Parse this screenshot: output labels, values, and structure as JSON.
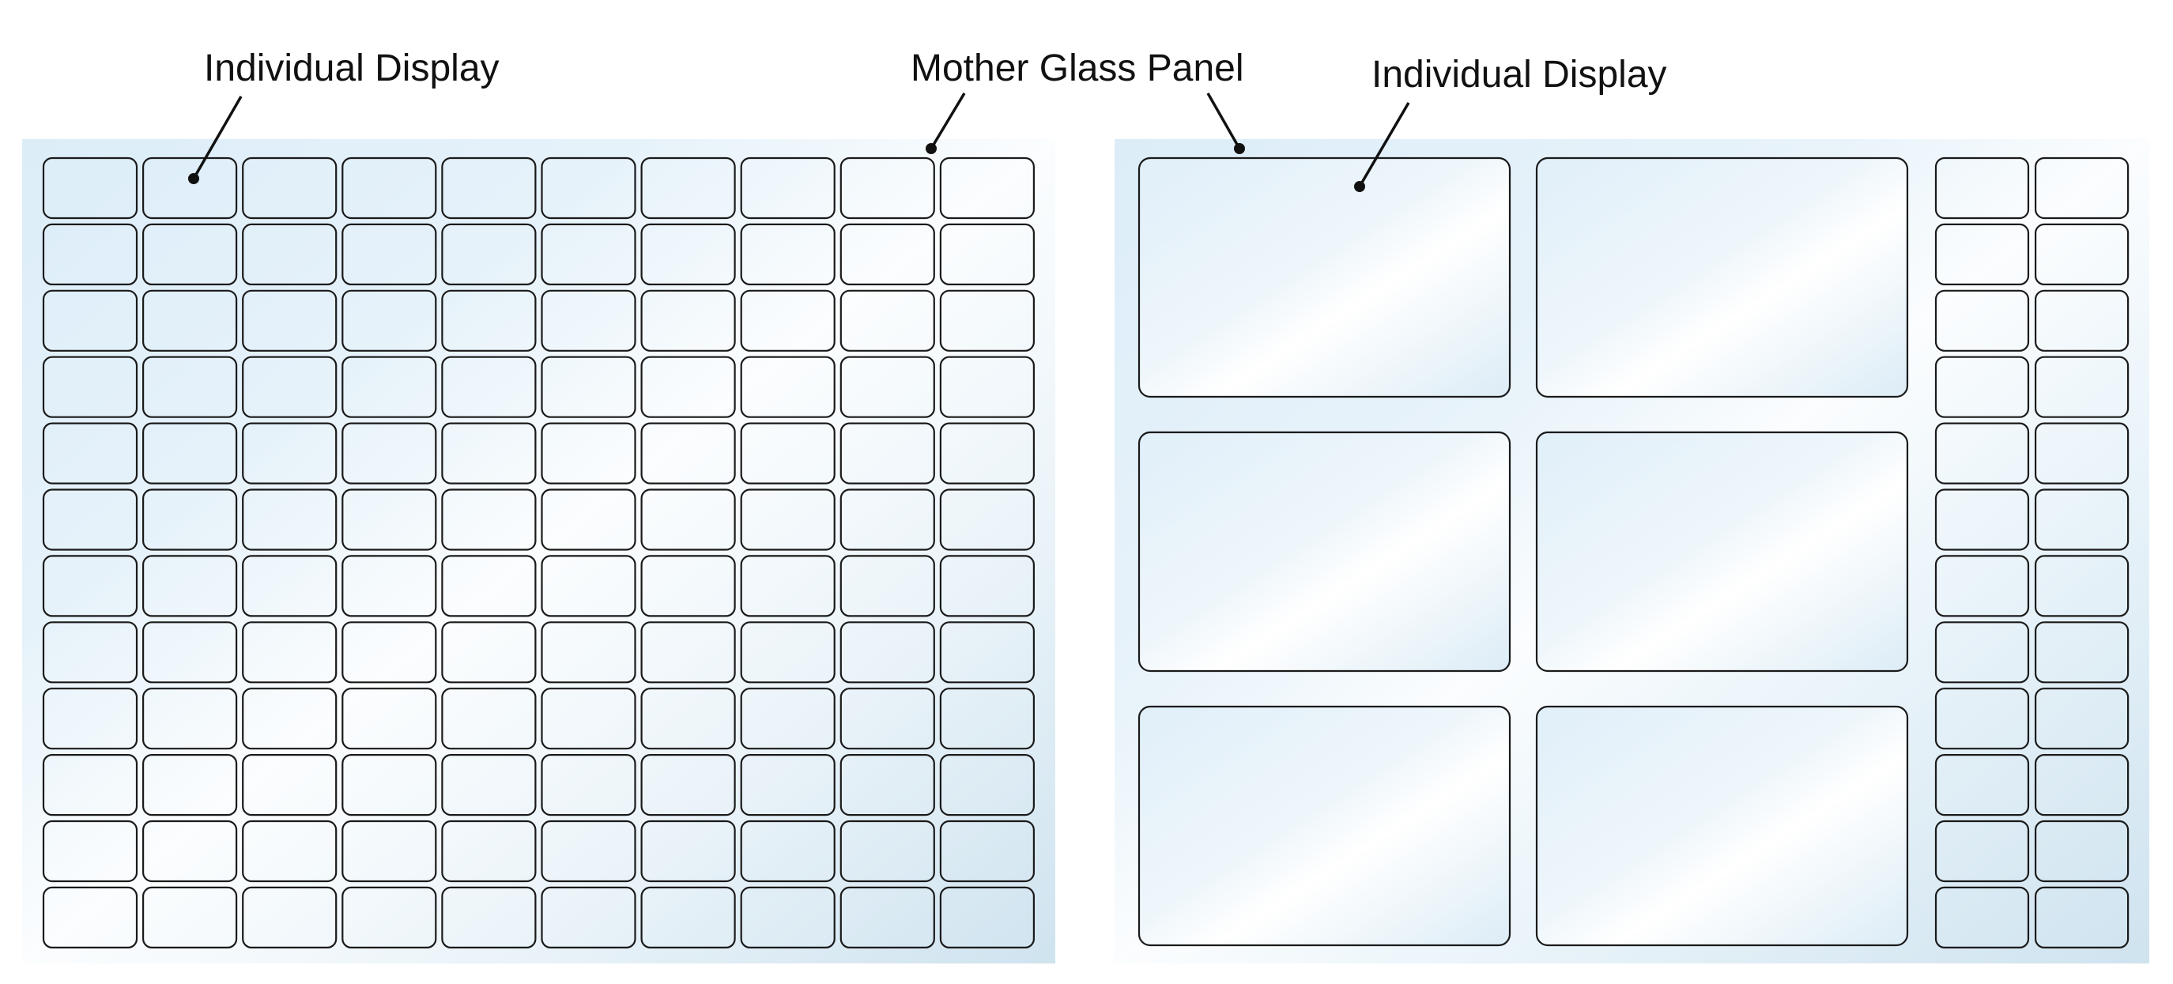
{
  "labels": {
    "left_individual_display": "Individual Display",
    "mother_glass_panel": "Mother Glass Panel",
    "right_individual_display": "Individual Display"
  },
  "colors": {
    "glass_light": "#ffffff",
    "glass_tint": "#e3f1fa",
    "glass_edge": "#cfe3ef",
    "outline": "#1a1a1a",
    "text": "#111111"
  },
  "panels": {
    "left": {
      "small_display_columns": 10,
      "small_display_rows": 12
    },
    "right": {
      "large_display_columns": 2,
      "large_display_rows": 3,
      "small_display_columns": 2,
      "small_display_rows": 12
    }
  }
}
